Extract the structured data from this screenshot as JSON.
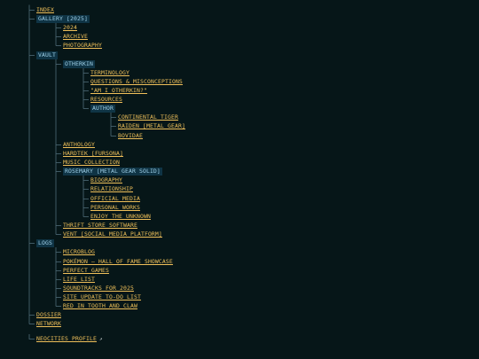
{
  "nav": {
    "index": "INDEX",
    "gallery": {
      "label": "GALLERY [2025]",
      "items": [
        "2024",
        "ARCHIVE",
        "PHOTOGRAPHY"
      ]
    },
    "vault": {
      "label": "VAULT",
      "otherkin": {
        "label": "OTHERKIN",
        "items": [
          "TERMINOLOGY",
          "QUESTIONS & MISCONCEPTIONS",
          "\"AM I OTHERKIN?\"",
          "RESOURCES"
        ],
        "author": {
          "label": "AUTHOR",
          "items": [
            "CONTINENTAL TIGER",
            "RAIDEN [METAL GEAR]",
            "BOVIDAE"
          ]
        }
      },
      "items_a": [
        "ANTHOLOGY",
        "HARDTEK [FURSONA]",
        "MUSIC COLLECTION"
      ],
      "rosemary": {
        "label": "ROSEMARY [METAL GEAR SOLID]",
        "items": [
          "BIOGRAPHY",
          "RELATIONSHIP",
          "OFFICIAL MEDIA",
          "PERSONAL WORKS",
          "ENJOY THE UNKNOWN"
        ]
      },
      "items_b": [
        "THRIFT STORE SOFTWARE",
        "VENT [SOCIAL MEDIA PLATFORM]"
      ]
    },
    "logs": {
      "label": "LOGS",
      "items": [
        "MICROBLOG",
        "POKÉMON — HALL OF FAME SHOWCASE",
        "PERFECT GAMES",
        "LIFE LIST",
        "SOUNDTRACKS FOR 2025",
        "SITE UPDATE TO-DO LIST",
        "RED IN TOOTH AND CLAW"
      ]
    },
    "dossier": "DOSSIER",
    "network": "NETWORK",
    "neocities": "NEOCITIES PROFILE",
    "external_icon": "external-link-icon"
  },
  "colors": {
    "background": "#061618",
    "link": "#f0c05a",
    "folder_text": "#9fd0e8",
    "folder_bg": "#0f3445",
    "tree_line": "#4f6b78"
  }
}
